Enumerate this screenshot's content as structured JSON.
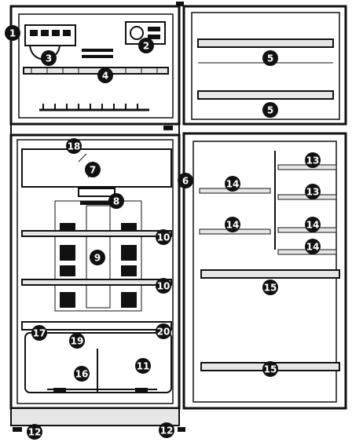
{
  "callouts": [
    "1",
    "2",
    "3",
    "4",
    "5",
    "5",
    "6",
    "7",
    "8",
    "9",
    "10",
    "10",
    "11",
    "12",
    "12",
    "13",
    "13",
    "14",
    "14",
    "14",
    "14",
    "15",
    "15",
    "16",
    "17",
    "18",
    "19",
    "20"
  ],
  "colors": {
    "ink": "#111111",
    "paper": "#ffffff",
    "shade": "#e6e6e6"
  }
}
